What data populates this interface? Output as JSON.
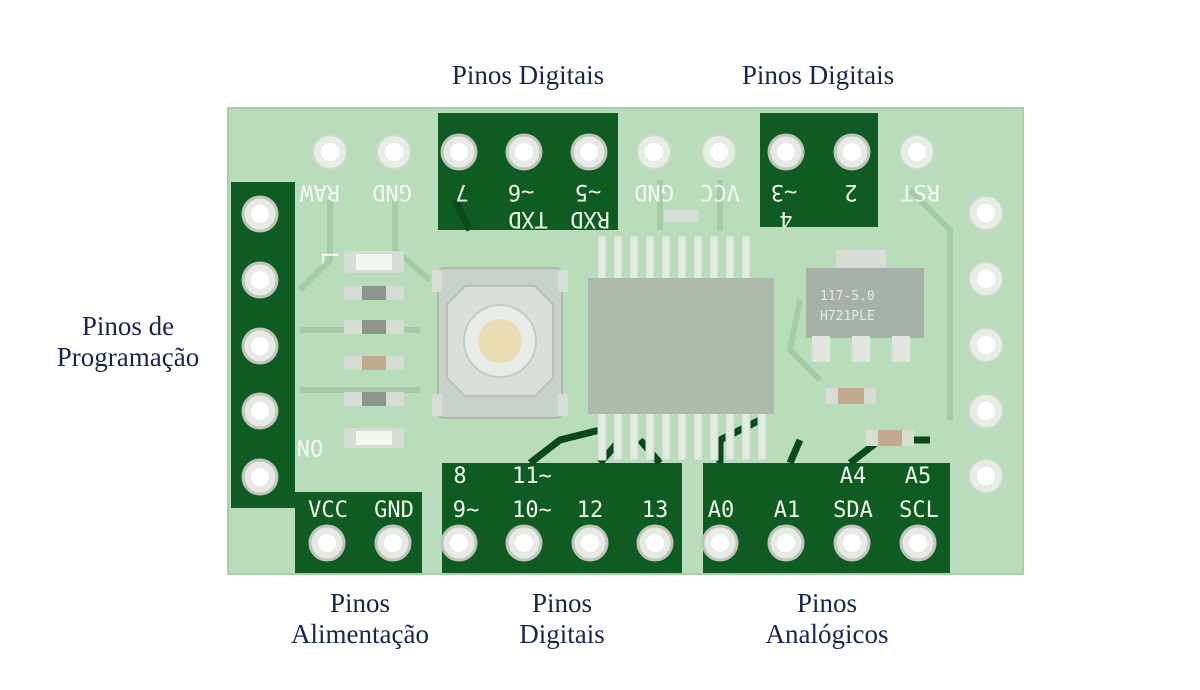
{
  "labels": {
    "top_left": "Pinos Digitais",
    "top_right": "Pinos Digitais",
    "left_line1": "Pinos de",
    "left_line2": "Programação",
    "bottom_power_line1": "Pinos",
    "bottom_power_line2": "Alimentação",
    "bottom_digital_line1": "Pinos",
    "bottom_digital_line2": "Digitais",
    "bottom_analog_line1": "Pinos",
    "bottom_analog_line2": "Analógicos"
  },
  "silkscreen": {
    "top_row": [
      "RAW",
      "GND",
      "7",
      "~6",
      "~5",
      "GND",
      "VCC",
      "~3",
      "2",
      "RST"
    ],
    "top_sub": [
      "RXD",
      "TXD"
    ],
    "top_sub_4": "4",
    "left_l": "L",
    "left_on": "ON",
    "bottom_power": [
      "VCC",
      "GND"
    ],
    "bottom_digital_upper": [
      "8",
      "11~"
    ],
    "bottom_digital_lower": [
      "9~",
      "10~",
      "12",
      "13"
    ],
    "bottom_analog_upper": [
      "A4",
      "A5"
    ],
    "bottom_analog_lower": [
      "A0",
      "A1",
      "SDA",
      "SCL"
    ],
    "regulator_line1": "117-5.0",
    "regulator_line2": "H721PLE"
  },
  "colors": {
    "board_faded": "#b8dcb8",
    "board_green": "#0d5e22",
    "label_text": "#17264e"
  }
}
